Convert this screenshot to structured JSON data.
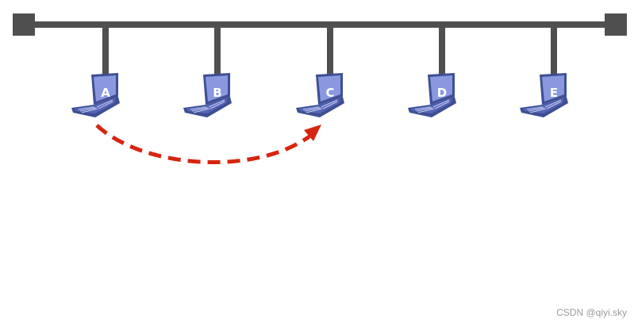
{
  "colors": {
    "bus": "#4f4f4f",
    "arrow": "#d6250f",
    "laptop_body": "#3f4f95",
    "laptop_screen": "#8a98e0",
    "laptop_base": "#5565b3",
    "label": "#ffffff",
    "watermark": "#9a9a9a"
  },
  "nodes": [
    {
      "label": "A",
      "icon": "laptop-icon"
    },
    {
      "label": "B",
      "icon": "laptop-icon"
    },
    {
      "label": "C",
      "icon": "laptop-icon"
    },
    {
      "label": "D",
      "icon": "laptop-icon"
    },
    {
      "label": "E",
      "icon": "laptop-icon"
    }
  ],
  "transmission": {
    "from": "A",
    "to": "C",
    "style": "dashed-arrow"
  },
  "watermark": "CSDN @qiyi.sky"
}
